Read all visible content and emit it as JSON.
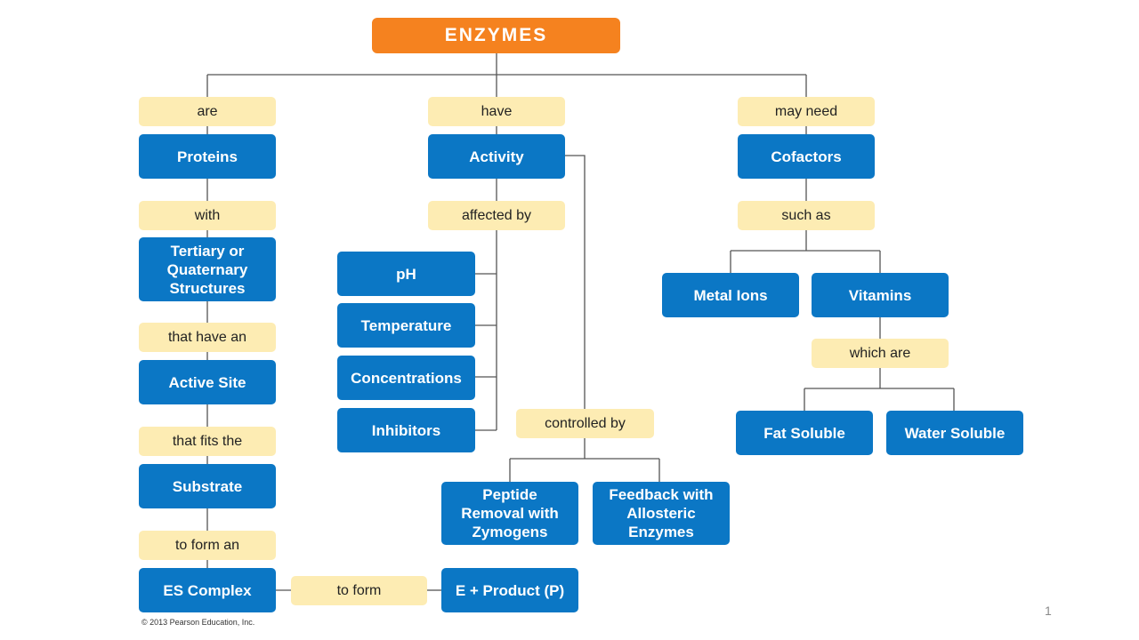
{
  "title": "ENZYMES",
  "links": {
    "are": "are",
    "have": "have",
    "may_need": "may need",
    "with": "with",
    "that_have_an": "that have an",
    "that_fits_the": "that fits the",
    "to_form_an": "to form an",
    "to_form": "to form",
    "affected_by": "affected by",
    "controlled_by": "controlled by",
    "such_as": "such as",
    "which_are": "which are"
  },
  "concepts": {
    "proteins": "Proteins",
    "tertiary": "Tertiary or\nQuaternary\nStructures",
    "active_site": "Active Site",
    "substrate": "Substrate",
    "es_complex": "ES Complex",
    "e_product": "E + Product (P)",
    "activity": "Activity",
    "ph": "pH",
    "temperature": "Temperature",
    "concentrations": "Concentrations",
    "inhibitors": "Inhibitors",
    "peptide": "Peptide\nRemoval with\nZymogens",
    "feedback": "Feedback with\nAllosteric\nEnzymes",
    "cofactors": "Cofactors",
    "metal_ions": "Metal Ions",
    "vitamins": "Vitamins",
    "fat_soluble": "Fat Soluble",
    "water_soluble": "Water Soluble"
  },
  "footer": {
    "copyright": "© 2013 Pearson Education, Inc.",
    "page_number": "1"
  },
  "colors": {
    "title_fill": "#f5821f",
    "concept_fill": "#0b77c5",
    "link_fill": "#fdecb3",
    "line": "#555555"
  }
}
